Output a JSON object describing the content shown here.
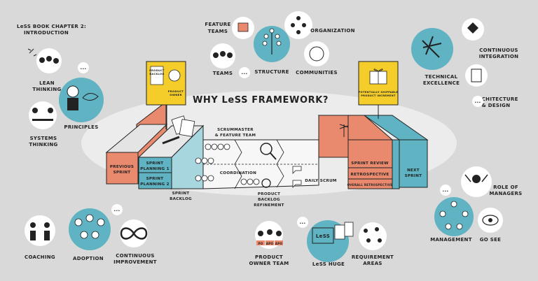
{
  "intro": {
    "line1": "LeSS BOOK CHAPTER 2:",
    "line2": "INTRODUCTION"
  },
  "title": "WHY LeSS FRAMEWORK?",
  "left_topics": {
    "lean1": "LEAN",
    "lean2": "THINKING",
    "systems1": "SYSTEMS",
    "systems2": "THINKING",
    "principles": "PRINCIPLES"
  },
  "top_topics": {
    "feature1": "FEATURE",
    "feature2": "TEAMS",
    "organization": "ORGANIZATION",
    "teams": "TEAMS",
    "structure": "STRUCTURE",
    "communities": "COMMUNITIES"
  },
  "right_topics": {
    "ci1": "CONTINUOUS",
    "ci2": "INTEGRATION",
    "tech1": "TECHNICAL",
    "tech2": "EXCELLENCE",
    "arch1": "ARCHITECTURE",
    "arch2": "& DESIGN",
    "role1": "ROLE OF",
    "role2": "MANAGERS",
    "management": "MANAGEMENT",
    "gosee": "GO SEE"
  },
  "bottom_topics": {
    "coaching": "COACHING",
    "adoption": "ADOPTION",
    "ci1": "CONTINUOUS",
    "ci2": "IMPROVEMENT",
    "po1": "PRODUCT",
    "po2": "OWNER TEAM",
    "huge": "LeSS HUGE",
    "req1": "REQUIREMENT",
    "req2": "AREAS"
  },
  "framework": {
    "previous1": "PREVIOUS",
    "previous2": "SPRINT",
    "planning1": "SPRINT",
    "planning1b": "PLANNING 1",
    "planning2": "SPRINT",
    "planning2b": "PLANNING 2",
    "backlog1": "SPRINT",
    "backlog2": "BACKLOG",
    "scrum1": "SCRUMMASTER",
    "scrum2": "& FEATURE TEAM",
    "coordination": "COORDINATION",
    "pbr1": "PRODUCT",
    "pbr2": "BACKLOG",
    "pbr3": "REFINEMENT",
    "daily": "DAILY SCRUM",
    "review": "SPRINT REVIEW",
    "retro": "RETROSPECTIVE",
    "overall": "OVERALL RETROSPECTIVE",
    "next1": "NEXT",
    "next2": "SPRINT"
  },
  "signs": {
    "pb1": "PRODUCT",
    "pb2": "BACKLOG",
    "po1": "PRODUCT",
    "po2": "OWNER",
    "psi1": "POTENTIALLY SHIPPABLE",
    "psi2": "PRODUCT INCREMENT"
  },
  "huge_card": "LeSS",
  "badges": [
    "PO",
    "APO",
    "APO"
  ],
  "ellipsis": "...",
  "colors": {
    "background": "#d9d9d9",
    "teal": "#5fb3c2",
    "orange": "#e98a6e",
    "yellow": "#f4cd2a",
    "ellipse": "#ececec"
  }
}
